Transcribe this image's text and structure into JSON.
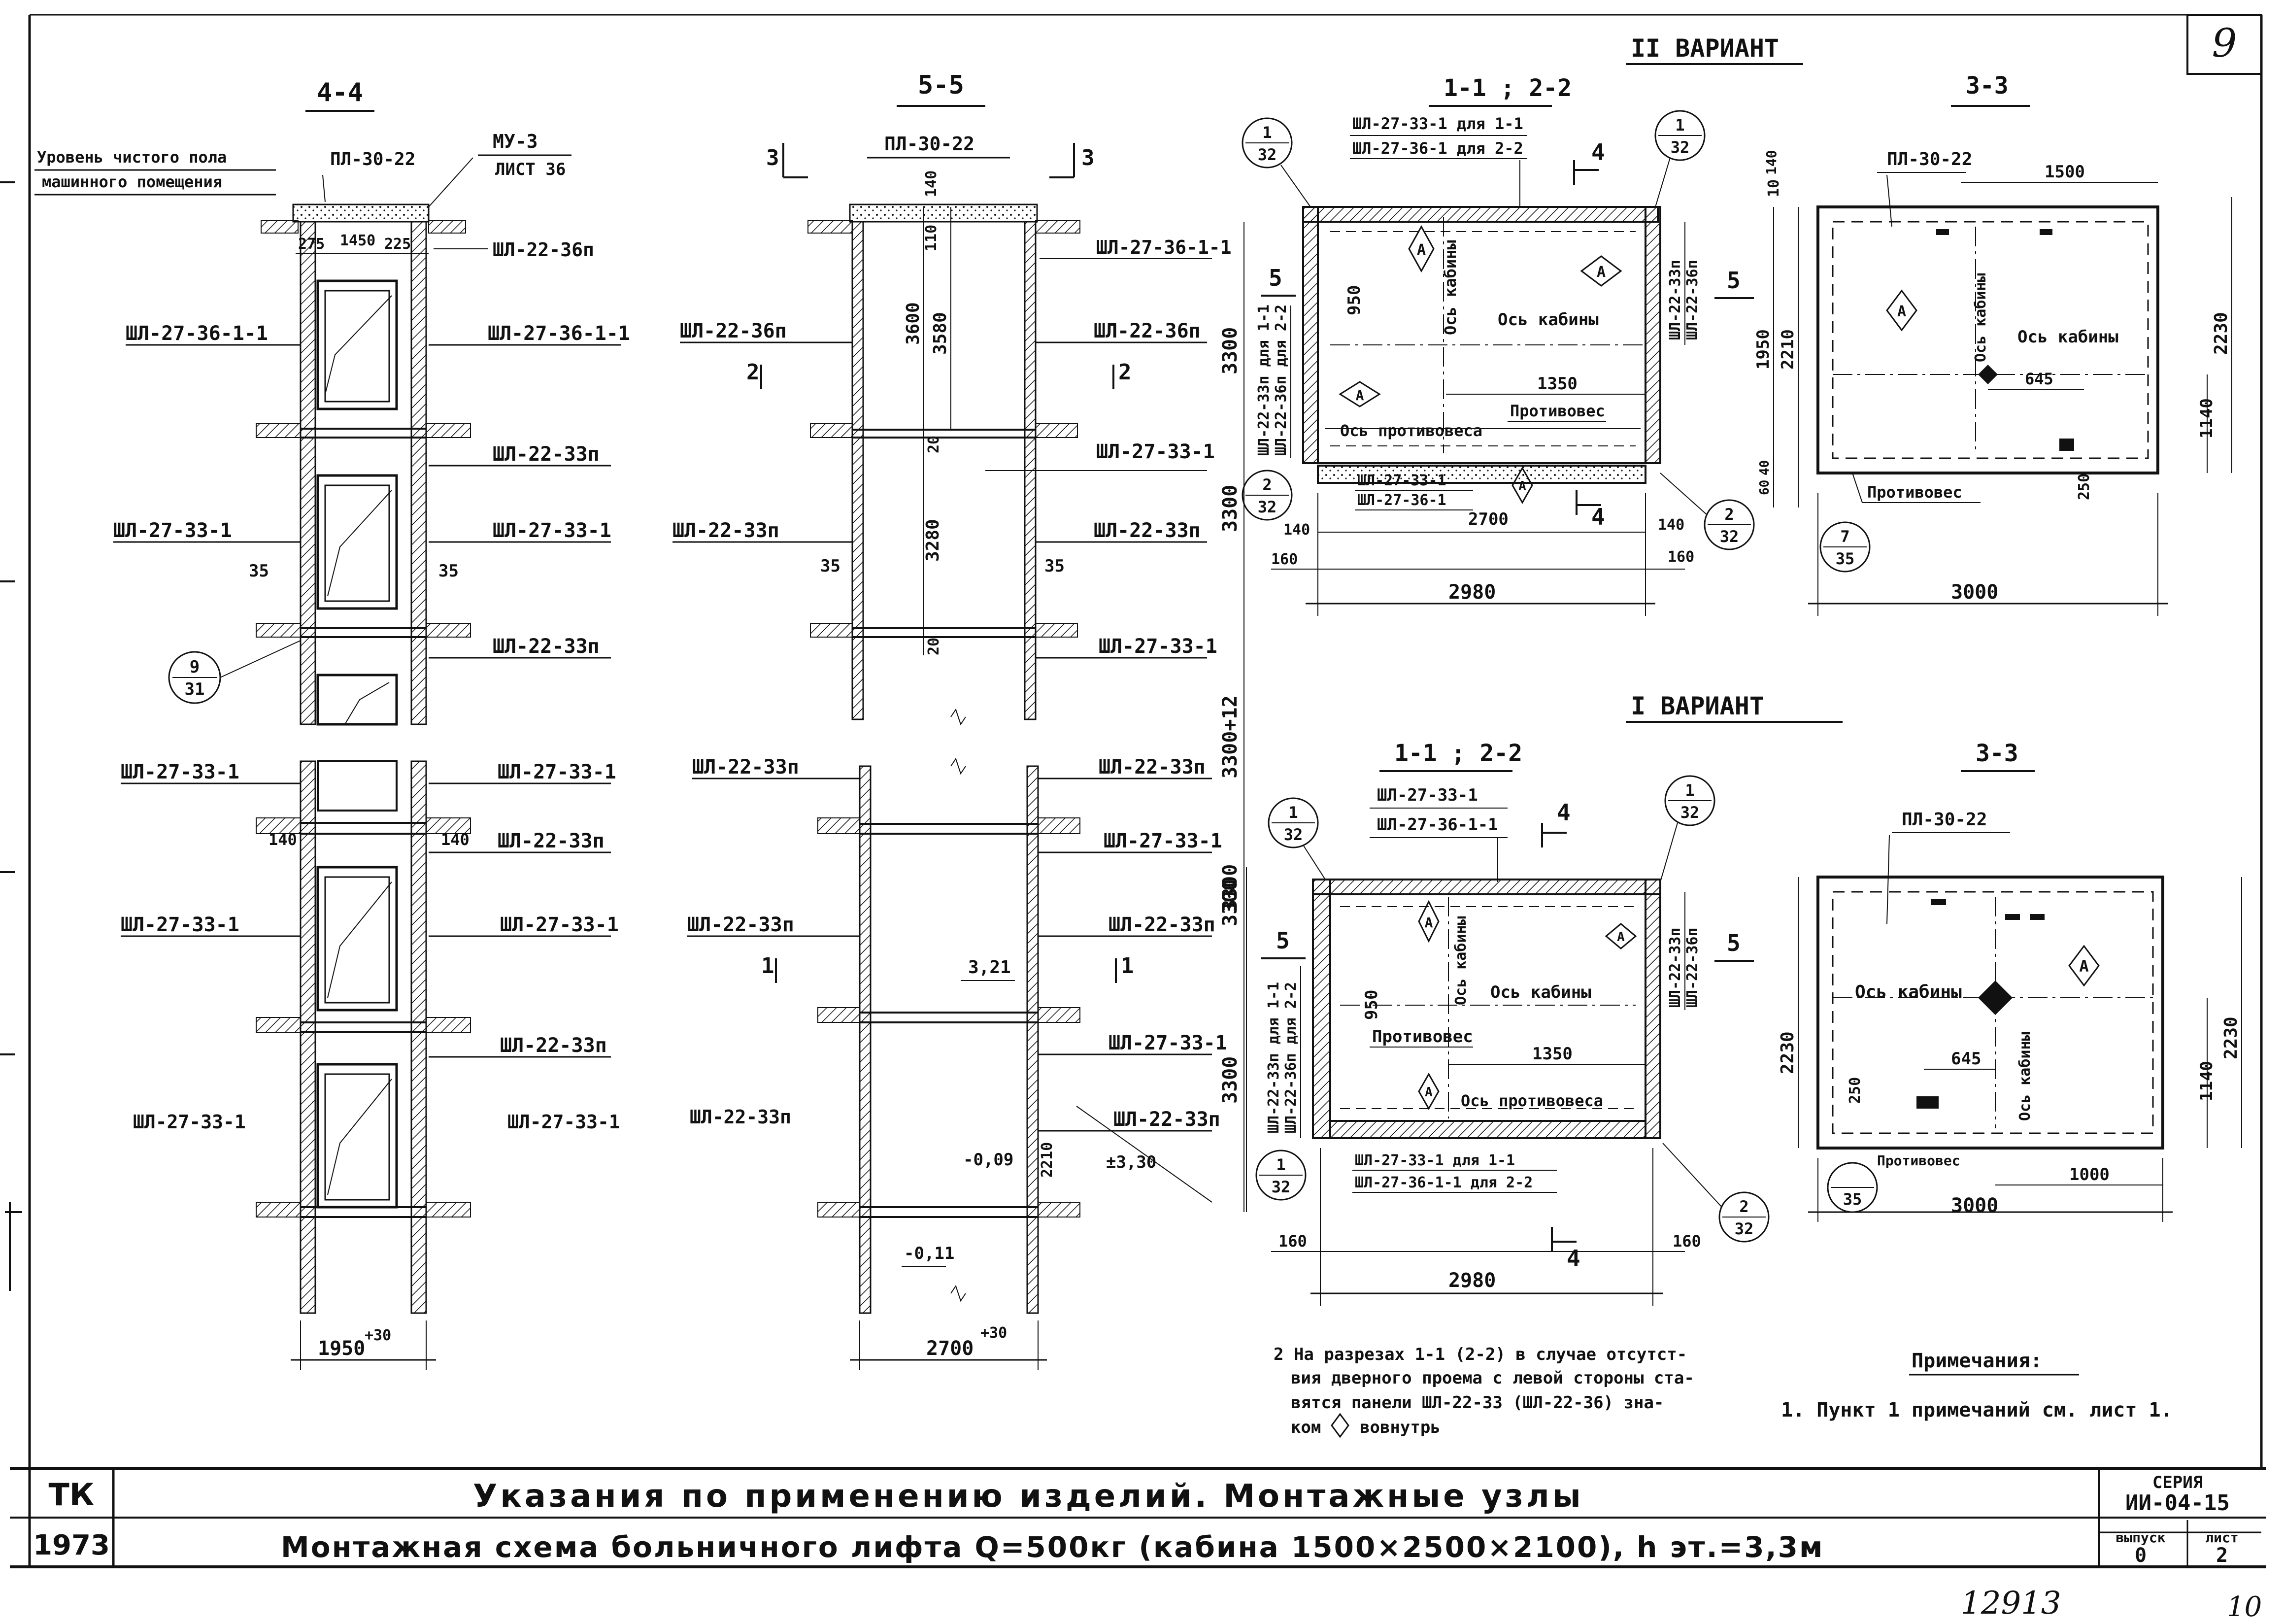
{
  "sheet": {
    "page_number": "9",
    "corner_number_bottom_right": "10",
    "inventory_number": "12913"
  },
  "variant2": {
    "title": "II ВАРИАНТ"
  },
  "variant1": {
    "title": "I ВАРИАНТ"
  },
  "section_44": {
    "title": "4-4",
    "floor_level_label_1": "Уровень чистого пола",
    "floor_level_label_2": "машинного помещения",
    "top_panel": "ПЛ-30-22",
    "mu_label": "МУ-3",
    "mu_sheet": "ЛИСТ 36",
    "dim_275": "275",
    "dim_1450": "1450",
    "dim_225": "225",
    "p1_right": "ШЛ-22-36п",
    "p1_left": "ШЛ-27-36-1-1",
    "p1_right2": "ШЛ-27-36-1-1",
    "p2_right": "ШЛ-22-33п",
    "p2_left": "ШЛ-27-33-1",
    "p2_right2": "ШЛ-27-33-1",
    "dim_35_left": "35",
    "dim_35_right": "35",
    "p3_right": "ШЛ-22-33п",
    "ref_num": "9",
    "ref_den": "31",
    "p4_left": "ШЛ-27-33-1",
    "p4_right": "ШЛ-27-33-1",
    "dim_140_l": "140",
    "dim_140_r": "140",
    "p5_right": "ШЛ-22-33п",
    "p6_left": "ШЛ-27-33-1",
    "p6_right": "ШЛ-27-33-1",
    "p7_right": "ШЛ-22-33п",
    "p8_left": "ШЛ-27-33-1",
    "p8_right": "ШЛ-27-33-1",
    "width_dim": "1950",
    "width_tol": "+30"
  },
  "section_55": {
    "title": "5-5",
    "top_panel": "ПЛ-30-22",
    "mark_3": "3",
    "dim_140": "140",
    "dim_110": "110",
    "dim_3600": "3600",
    "dim_3580": "3580",
    "dim_20a": "20",
    "dim_3280": "3280",
    "dim_20b": "20",
    "dim_35_l": "35",
    "dim_35_r": "35",
    "mark_2": "2",
    "mark_1": "1",
    "l1": "ШЛ-22-36п",
    "r0": "ШЛ-27-36-1-1",
    "r1": "ШЛ-22-36п",
    "r2": "ШЛ-27-33-1",
    "l2": "ШЛ-22-33п",
    "r3": "ШЛ-22-33п",
    "r4": "ШЛ-27-33-1",
    "l3": "ШЛ-22-33п",
    "r5": "ШЛ-22-33п",
    "r6": "ШЛ-27-33-1",
    "l4": "ШЛ-22-33п",
    "r7": "ШЛ-22-33п",
    "r8": "ШЛ-27-33-1",
    "l5": "ШЛ-22-33п",
    "r9": "ШЛ-22-33п",
    "lvl_321": "3,21",
    "lvl_009": "-0,09",
    "lvl_011": "-0,11",
    "lvl_330": "±3,30",
    "dim_2210": "2210",
    "vert_3300_a": "3300",
    "vert_3300_b": "3300",
    "vert_3300_c": "3300+12",
    "vert_3300_d": "3300",
    "width_dim": "2700",
    "width_tol": "+30"
  },
  "plan_v2_11": {
    "title": "1-1 ; 2-2",
    "ref1_num": "1",
    "ref1_den": "32",
    "ref2_num": "1",
    "ref2_den": "32",
    "ref3_num": "2",
    "ref3_den": "32",
    "ref4_num": "2",
    "ref4_den": "32",
    "top_label1": "ШЛ-27-33-1 для 1-1",
    "top_label2": "ШЛ-27-36-1 для 2-2",
    "mark_4": "4",
    "mark_5": "5",
    "left_vert1": "ШЛ-22-33п для 1-1",
    "left_vert2": "ШЛ-22-36п для 2-2",
    "right_vert1": "ШЛ-22-33п",
    "right_vert2": "ШЛ-22-36п",
    "cab_axis": "Ось кабины",
    "cab_axis2": "Ось кабины",
    "cw_axis": "Ось противовеса",
    "cw": "Противовес",
    "dim_950": "950",
    "dim_1350": "1350",
    "dim_1950": "1950",
    "dim_2210": "2210",
    "bottom_label1": "ШЛ-27-33-1",
    "bottom_label2": "ШЛ-27-36-1",
    "dim_2700": "2700",
    "dim_140a": "140",
    "dim_140b": "140",
    "dim_160a": "160",
    "dim_160b": "160",
    "dim_2980": "2980",
    "dim_10": "10",
    "dim_140c": "140",
    "dim_60": "60",
    "dim_40": "40",
    "marker_a": "А"
  },
  "plan_v2_33": {
    "title": "3-3",
    "top_panel": "ПЛ-30-22",
    "dim_1500": "1500",
    "dim_2230": "2230",
    "dim_1140": "1140",
    "dim_645": "645",
    "dim_250": "250",
    "dim_3000": "3000",
    "cab_axis": "Ось кабины",
    "cab_axis2": "Ось кабины",
    "cw": "Противовес",
    "ref_num": "7",
    "ref_den": "35",
    "marker_a": "А"
  },
  "plan_v1_11": {
    "title": "1-1 ; 2-2",
    "ref1_num": "1",
    "ref1_den": "32",
    "ref2_num": "1",
    "ref2_den": "32",
    "ref3_num": "1",
    "ref3_den": "32",
    "ref4_num": "2",
    "ref4_den": "32",
    "top_label1": "ШЛ-27-33-1",
    "top_label2": "ШЛ-27-36-1-1",
    "mark_4": "4",
    "mark_5": "5",
    "left_vert1": "ШЛ-22-33п для 1-1",
    "left_vert2": "ШЛ-22-36п для 2-2",
    "right_vert1": "ШЛ-22-33п",
    "right_vert2": "ШЛ-22-36п",
    "cab_axis": "Ось кабины",
    "cab_axis2": "Ось кабины",
    "cw_axis": "Ось противовеса",
    "cw": "Противовес",
    "dim_950": "950",
    "dim_1350": "1350",
    "bottom_label1": "ШЛ-27-33-1 для 1-1",
    "bottom_label2": "ШЛ-27-36-1-1 для 2-2",
    "dim_160a": "160",
    "dim_160b": "160",
    "dim_2980": "2980",
    "dim_3300": "3300",
    "dim_3300b": "3300",
    "marker_a": "А"
  },
  "plan_v1_33": {
    "title": "3-3",
    "top_panel": "ПЛ-30-22",
    "dim_2230a": "2230",
    "dim_2230b": "2230",
    "dim_1140": "1140",
    "dim_645": "645",
    "dim_250": "250",
    "dim_1000": "1000",
    "dim_3000": "3000",
    "cab_axis": "Ось кабины",
    "cab_axis2": "Ось кабины",
    "cw": "Противовес",
    "ref_den": "35",
    "marker_a": "А"
  },
  "notes": {
    "note2_line1": "2 На разрезах 1-1 (2-2) в случае отсутст-",
    "note2_line2": "вия дверного проема с левой стороны ста-",
    "note2_line3": "вятся панели ШЛ-22-33 (ШЛ-22-36) зна-",
    "note2_line4": "ком",
    "note2_line4b": "вовнутрь",
    "heading": "Примечания:",
    "note1": "1. Пункт 1 примечаний см. лист 1."
  },
  "title_block": {
    "org": "ТК",
    "year": "1973",
    "title1": "Указания по применению изделий. Монтажные узлы",
    "title2": "Монтажная схема больничного лифта Q=500кг (кабина 1500×2500×2100), h эт.=3,3м",
    "series_label": "СЕРИЯ",
    "series_value": "ИИ-04-15",
    "issue_label": "выпуск",
    "issue_value": "0",
    "sheet_label": "лист",
    "sheet_value": "2"
  }
}
